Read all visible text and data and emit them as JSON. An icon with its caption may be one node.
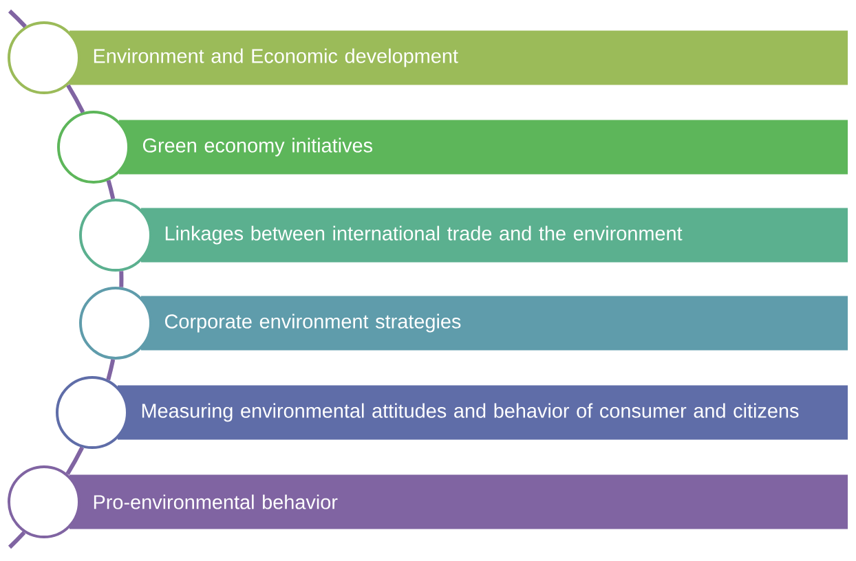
{
  "diagram": {
    "nodes": [
      {
        "text": [],
        "shape": "circle"
      },
      {
        "text": [
          "Environment and Economic development"
        ]
      },
      {
        "text": [],
        "shape": "circle"
      },
      {
        "text": [
          "Green economy initiatives"
        ]
      },
      {
        "text": [],
        "shape": "circle"
      },
      {
        "text": [
          "Linkages between international trade and the environment"
        ]
      },
      {
        "text": [],
        "shape": "circle"
      },
      {
        "text": [
          "Corporate environment strategies"
        ]
      },
      {
        "text": [],
        "shape": "circle"
      },
      {
        "text": [
          "Measuring environmental attitudes and behavior of consumer and citizens"
        ]
      },
      {
        "text": [],
        "shape": "circle"
      },
      {
        "text": [
          "Pro-environmental behavior"
        ]
      }
    ],
    "edges": [
      {
        "from": null,
        "to": 0,
        "arrow": "none"
      },
      {
        "from": 0,
        "to": 2,
        "arrow": "none"
      },
      {
        "from": 2,
        "to": 4,
        "arrow": "none"
      },
      {
        "from": 4,
        "to": 6,
        "arrow": "none"
      },
      {
        "from": 6,
        "to": 8,
        "arrow": "none"
      },
      {
        "from": 8,
        "to": 10,
        "arrow": "none"
      },
      {
        "from": 10,
        "to": null,
        "arrow": "none"
      }
    ]
  }
}
